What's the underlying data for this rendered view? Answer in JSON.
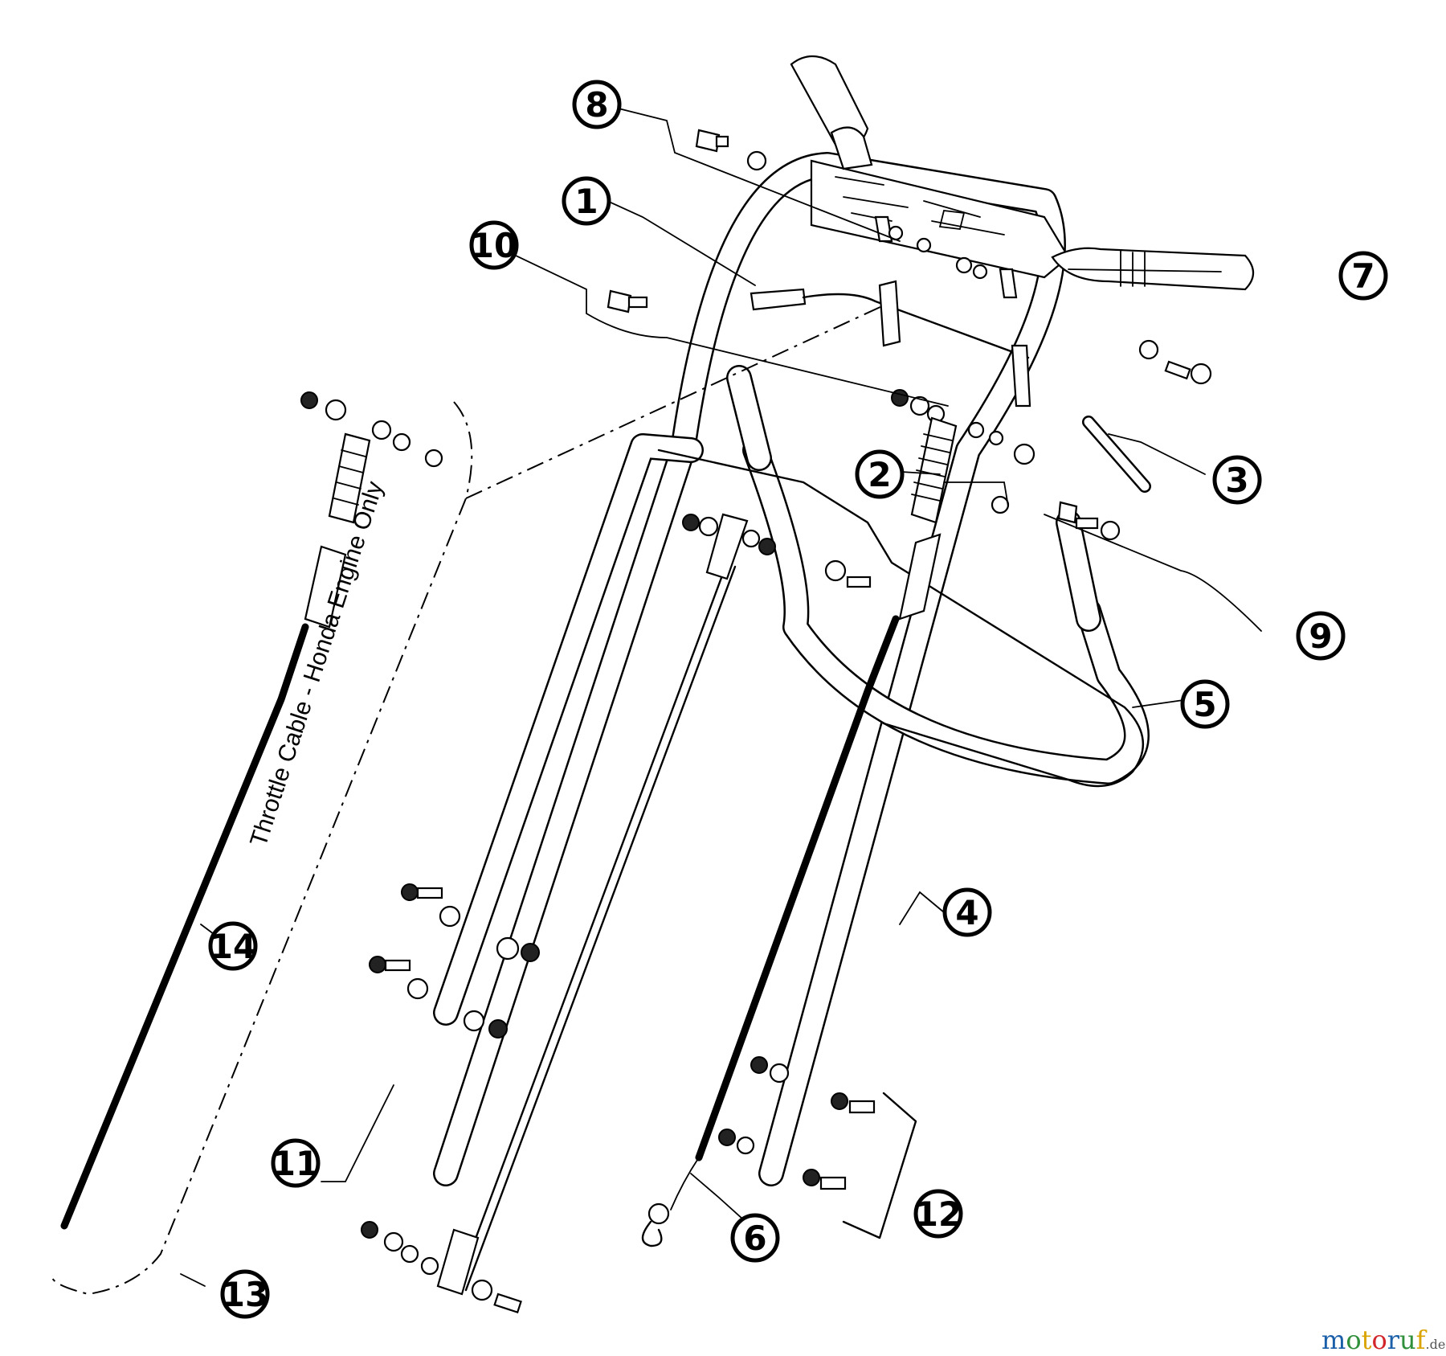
{
  "callouts": [
    {
      "label": "1"
    },
    {
      "label": "2"
    },
    {
      "label": "3"
    },
    {
      "label": "4"
    },
    {
      "label": "5"
    },
    {
      "label": "6"
    },
    {
      "label": "7"
    },
    {
      "label": "8"
    },
    {
      "label": "9"
    },
    {
      "label": "10"
    },
    {
      "label": "11"
    },
    {
      "label": "12"
    },
    {
      "label": "13"
    },
    {
      "label": "14"
    }
  ],
  "throttle_note": "Throttle Cable - Honda Engine Only",
  "watermark": {
    "text_parts": [
      "m",
      "o",
      "t",
      "o",
      "r",
      "u",
      "f"
    ],
    "suffix": ".de",
    "colors": [
      "#1a5fa8",
      "#2f8f3a",
      "#d9a400",
      "#d2262a",
      "#1a5fa8",
      "#2f8f3a",
      "#d9a400"
    ],
    "suffix_color": "#555555"
  }
}
